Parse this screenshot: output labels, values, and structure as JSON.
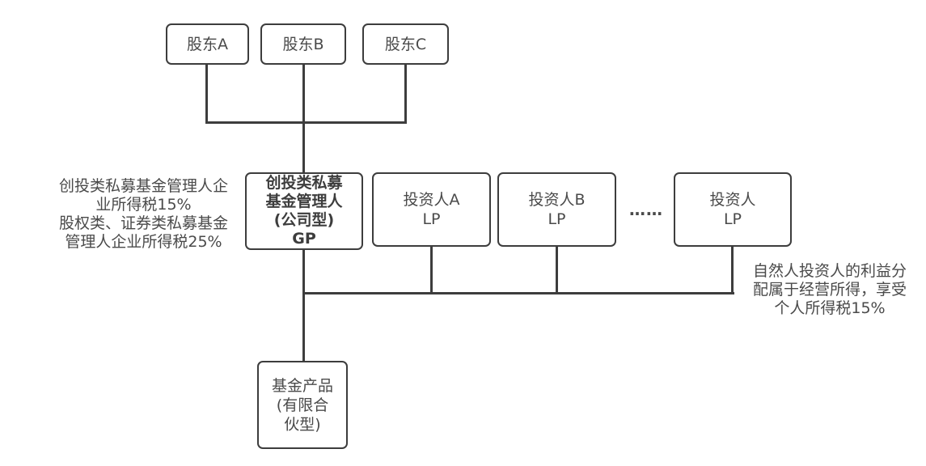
{
  "colors": {
    "border": "#3d3d3d",
    "line": "#3d3d3d",
    "text": "#4a4a4a",
    "background": "#ffffff"
  },
  "nodes": {
    "shareholder_a": {
      "label": "股东A"
    },
    "shareholder_b": {
      "label": "股东B"
    },
    "shareholder_c": {
      "label": "股东C"
    },
    "gp": {
      "label": "创投类私募\n基金管理人\n(公司型)\nGP"
    },
    "investor_a": {
      "label": "投资人A\nLP"
    },
    "investor_b": {
      "label": "投资人B\nLP"
    },
    "investor_n": {
      "label": "投资人\nLP"
    },
    "fund": {
      "label": "基金产品\n(有限合\n伙型)"
    }
  },
  "investors_ellipsis": "……",
  "annotations": {
    "left": "创投类私募基金管理人企\n业所得税15%\n股权类、证券类私募基金\n管理人企业所得税25%",
    "right": "自然人投资人的利益分\n配属于经营所得，享受\n个人所得税15%"
  }
}
